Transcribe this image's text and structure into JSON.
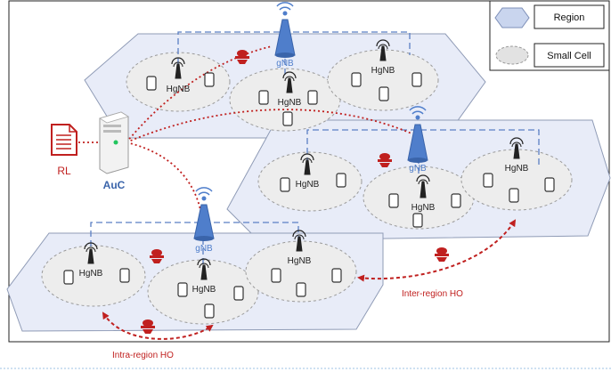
{
  "legend": {
    "region_label": "Region",
    "small_cell_label": "Small Cell"
  },
  "labels": {
    "hgnb": "HgNB",
    "gnb": "gNB",
    "auc": "AuC",
    "rl": "RL",
    "inter_region_ho": "Inter-region HO",
    "intra_region_ho": "Intra-region HO"
  },
  "colors": {
    "region_fill": "#e8ecf8",
    "region_stroke": "#8f9bb6",
    "cell_fill": "#ededed",
    "cell_stroke": "#9a9a9a",
    "gnb_blue": "#4f7ecb",
    "link_dashed": "#5b7fc4",
    "red": "#c0201f",
    "antenna": "#222222"
  }
}
